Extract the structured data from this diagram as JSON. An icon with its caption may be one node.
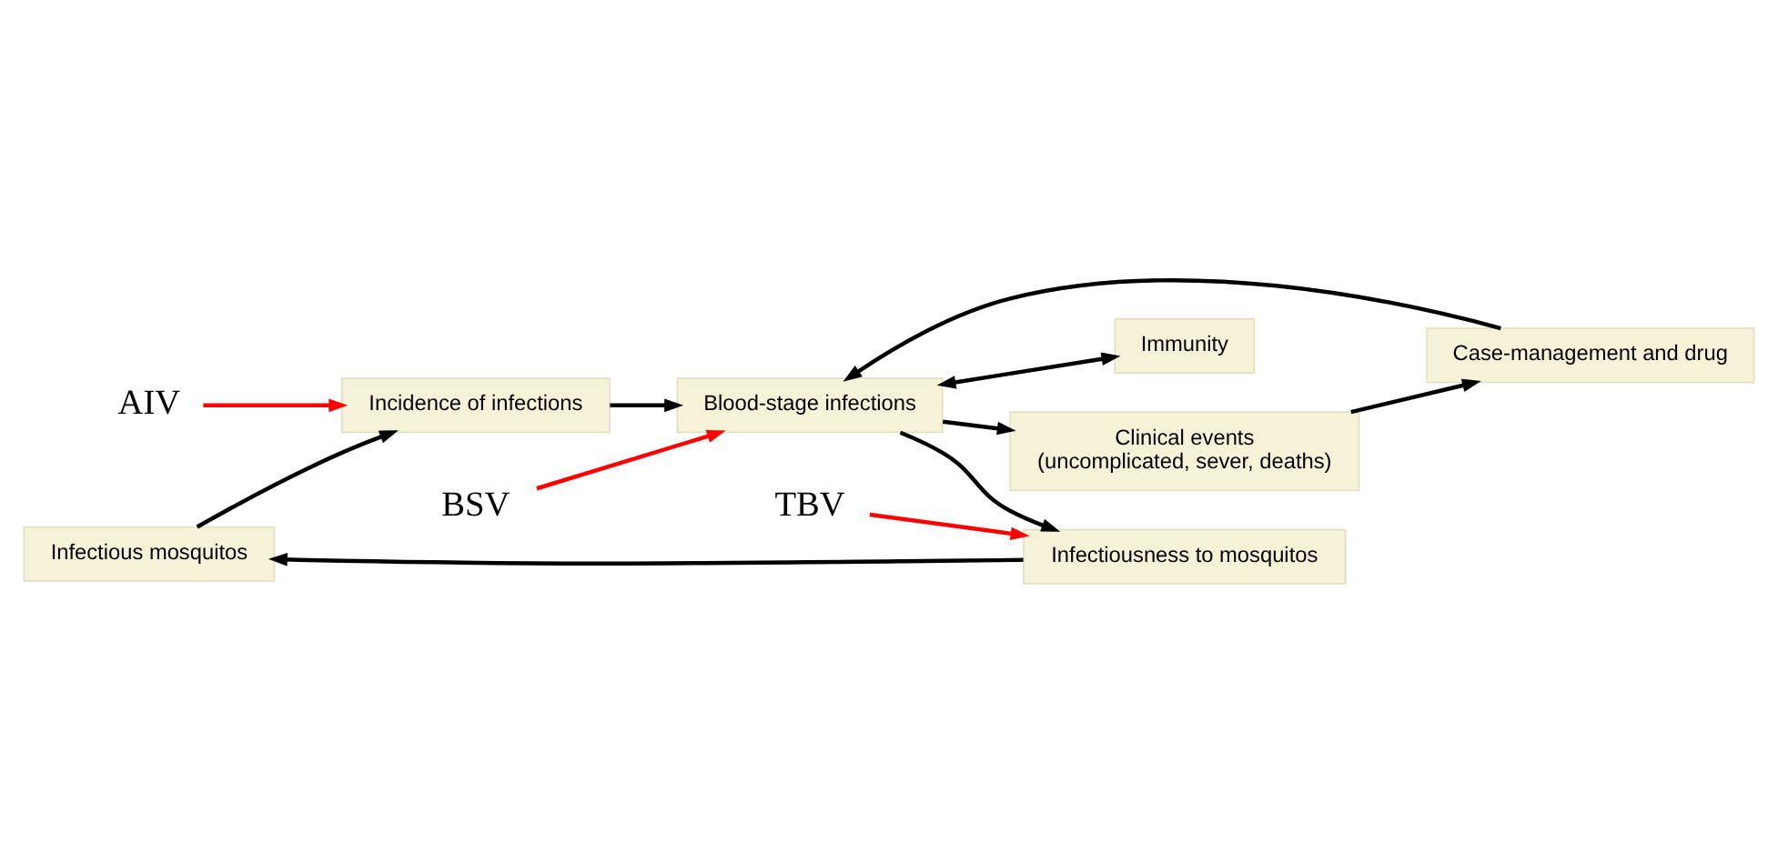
{
  "diagram": {
    "nodes": [
      {
        "text": [
          "Infectious mosquitos"
        ]
      },
      {
        "text": [
          "Incidence of infections"
        ]
      },
      {
        "text": [
          "Blood-stage infections"
        ]
      },
      {
        "text": [
          "Infectiousness to mosquitos"
        ]
      },
      {
        "text": [
          "Immunity"
        ]
      },
      {
        "text": [
          "Case-management and drug"
        ]
      },
      {
        "text": [
          "Clinical events",
          "(uncomplicated, sever, deaths)"
        ]
      },
      {
        "text": [
          "BSV"
        ]
      },
      {
        "text": [
          "TBV"
        ]
      },
      {
        "text": [
          "AIV"
        ]
      }
    ],
    "edges": [
      {
        "from": 3,
        "to": 0,
        "arrow": "to"
      },
      {
        "from": 0,
        "to": 1,
        "arrow": "to"
      },
      {
        "from": 1,
        "to": 2,
        "arrow": "to"
      },
      {
        "from": 2,
        "to": 3,
        "arrow": "to"
      },
      {
        "from": 2,
        "to": 4,
        "arrow": "both"
      },
      {
        "from": 2,
        "to": 6,
        "arrow": "to"
      },
      {
        "from": 6,
        "to": 5,
        "arrow": "to"
      },
      {
        "from": 5,
        "to": 2,
        "arrow": "to"
      },
      {
        "from": 7,
        "to": 2,
        "arrow": "to",
        "color": "#ff0000"
      },
      {
        "from": 8,
        "to": 3,
        "arrow": "to",
        "color": "#ff0000"
      },
      {
        "from": 9,
        "to": 1,
        "arrow": "to",
        "color": "#ff0000"
      }
    ]
  }
}
